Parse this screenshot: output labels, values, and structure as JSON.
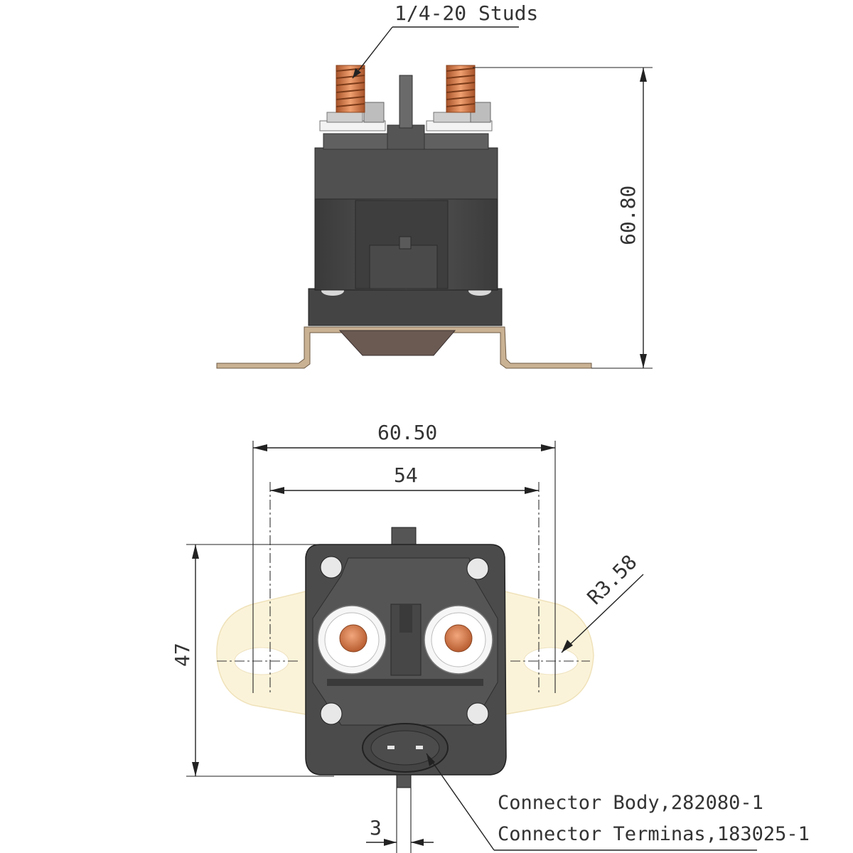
{
  "annotations": {
    "studs": "1/4-20 Studs",
    "height": "60.80",
    "width_overall": "60.50",
    "hole_spacing": "54",
    "body_height": "47",
    "radius": "R3.58",
    "terminal_width": "3",
    "connector_body": "Connector Body,282080-1",
    "connector_terminals": "Connector Terminas,183025-1"
  },
  "colors": {
    "body": "#4b4b4b",
    "body_dark": "#3a3a3a",
    "copper": "#c8703f",
    "bracket": "#c9b193",
    "mount_plate": "#fbf3d9",
    "line": "#222222"
  }
}
